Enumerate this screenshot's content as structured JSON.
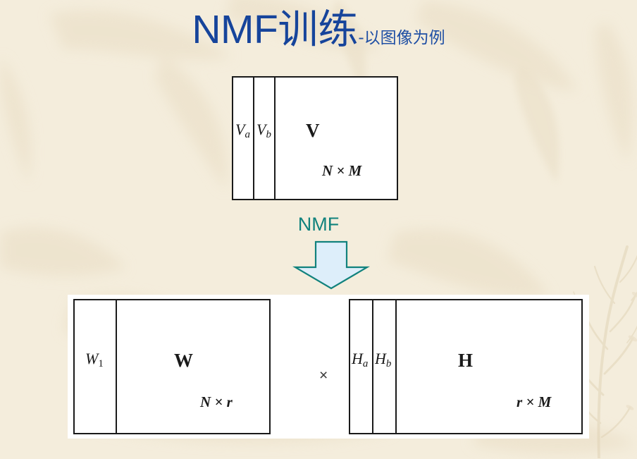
{
  "slide": {
    "background_color": "#f4eddc",
    "title": {
      "latin": "NMF",
      "cjk": "训练",
      "subtitle": "-以图像为例",
      "color": "#16449b"
    }
  },
  "transform": {
    "label": "NMF",
    "color": "#11827d",
    "arrow_fill": "#ddeefa",
    "arrow_stroke": "#11827d"
  },
  "operator": {
    "times": "×"
  },
  "matrices": {
    "v": {
      "name": "V",
      "dimension": "N × M",
      "columns": [
        {
          "label": "V",
          "subscript": "a"
        },
        {
          "label": "V",
          "subscript": "b"
        }
      ]
    },
    "w": {
      "name": "W",
      "dimension": "N × r",
      "columns": [
        {
          "label": "W",
          "subscript": "1"
        }
      ]
    },
    "h": {
      "name": "H",
      "dimension": "r × M",
      "columns": [
        {
          "label": "H",
          "subscript": "a"
        },
        {
          "label": "H",
          "subscript": "b"
        }
      ]
    }
  }
}
